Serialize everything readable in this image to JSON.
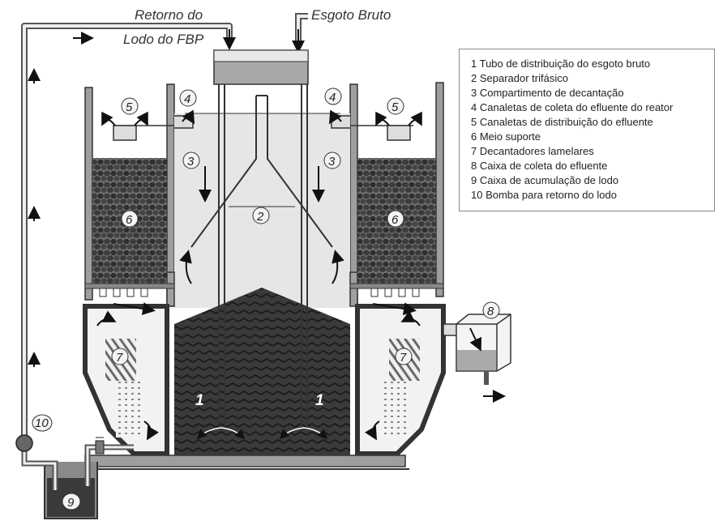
{
  "labels": {
    "return_line1": "Retorno do",
    "return_line2": "Lodo do FBP",
    "raw_sewage": "Esgoto Bruto"
  },
  "callouts": [
    "1",
    "2",
    "3",
    "4",
    "5",
    "6",
    "7",
    "8",
    "9",
    "10"
  ],
  "legend": [
    "1 Tubo de distribuição do esgoto bruto",
    "2 Separador trifásico",
    "3 Compartimento de decantação",
    "4 Canaletas de coleta do efluente do reator",
    "5 Canaletas de distribuição do efluente",
    "6 Meio suporte",
    "7 Decantadores lamelares",
    "8 Caixa de coleta do efluente",
    "9 Caixa de acumulação de lodo",
    "10 Bomba para retorno do lodo"
  ]
}
